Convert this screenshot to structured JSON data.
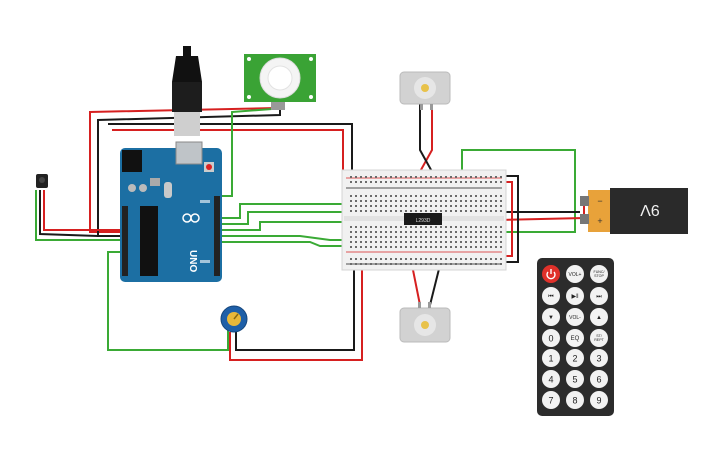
{
  "arduino": {
    "brand": "UNO",
    "logo": "arduino-infinity-icon",
    "board_color": "#1c6fa3"
  },
  "ic": {
    "label": "L293D"
  },
  "battery": {
    "label": "9V",
    "minus": "−",
    "plus": "+"
  },
  "remote": {
    "buttons": [
      {
        "name": "remote-power-button",
        "text": "",
        "icon": "power-icon"
      },
      {
        "name": "remote-vol-up-button",
        "text": "VOL+"
      },
      {
        "name": "remote-func-stop-button",
        "text": "FUNC/ STOP"
      },
      {
        "name": "remote-rewind-button",
        "text": "⏮"
      },
      {
        "name": "remote-play-pause-button",
        "text": "▶‖"
      },
      {
        "name": "remote-fast-forward-button",
        "text": "⏭"
      },
      {
        "name": "remote-down-button",
        "text": "▼"
      },
      {
        "name": "remote-vol-down-button",
        "text": "VOL-"
      },
      {
        "name": "remote-up-button",
        "text": "▲"
      },
      {
        "name": "remote-0-button",
        "text": "0"
      },
      {
        "name": "remote-eq-button",
        "text": "EQ"
      },
      {
        "name": "remote-st-rept-button",
        "text": "ST/ REPT"
      },
      {
        "name": "remote-1-button",
        "text": "1"
      },
      {
        "name": "remote-2-button",
        "text": "2"
      },
      {
        "name": "remote-3-button",
        "text": "3"
      },
      {
        "name": "remote-4-button",
        "text": "4"
      },
      {
        "name": "remote-5-button",
        "text": "5"
      },
      {
        "name": "remote-6-button",
        "text": "6"
      },
      {
        "name": "remote-7-button",
        "text": "7"
      },
      {
        "name": "remote-8-button",
        "text": "8"
      },
      {
        "name": "remote-9-button",
        "text": "9"
      }
    ]
  },
  "colors": {
    "wire_red": "#d62020",
    "wire_black": "#1a1a1a",
    "wire_green": "#3aaa35",
    "breadboard": "#f1f1f1",
    "pir_board": "#3aa335",
    "battery_body": "#2a2a2a",
    "battery_cap": "#e8a23a",
    "remote_body": "#2c2c2c",
    "pot_blue": "#1e5fa8"
  }
}
